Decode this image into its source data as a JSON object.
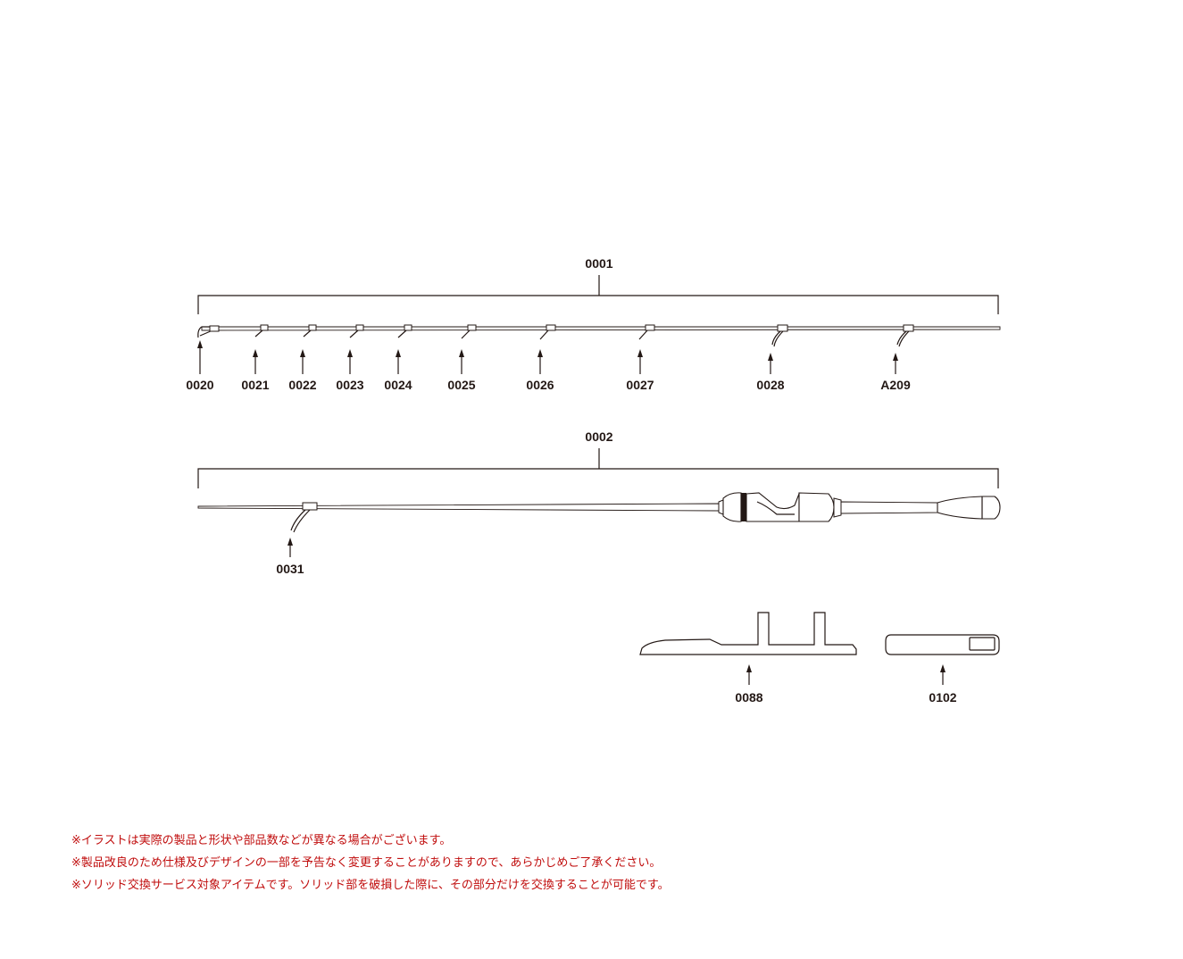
{
  "diagram": {
    "sections": [
      {
        "id": "tip-section",
        "label": "0001",
        "parts": [
          "0020",
          "0021",
          "0022",
          "0023",
          "0024",
          "0025",
          "0026",
          "0027",
          "0028",
          "A209"
        ]
      },
      {
        "id": "butt-section",
        "label": "0002",
        "parts": [
          "0031"
        ]
      }
    ],
    "accessories": [
      {
        "id": "rod-belt",
        "label": "0088"
      },
      {
        "id": "hook-keeper",
        "label": "0102"
      }
    ]
  },
  "notes": [
    "※イラストは実際の製品と形状や部品数などが異なる場合がございます。",
    "※製品改良のため仕様及びデザインの一部を予告なく変更することがありますので、あらかじめご了承ください。",
    "※ソリッド交換サービス対象アイテムです。ソリッド部を破損した際に、その部分だけを交換することが可能です。"
  ]
}
